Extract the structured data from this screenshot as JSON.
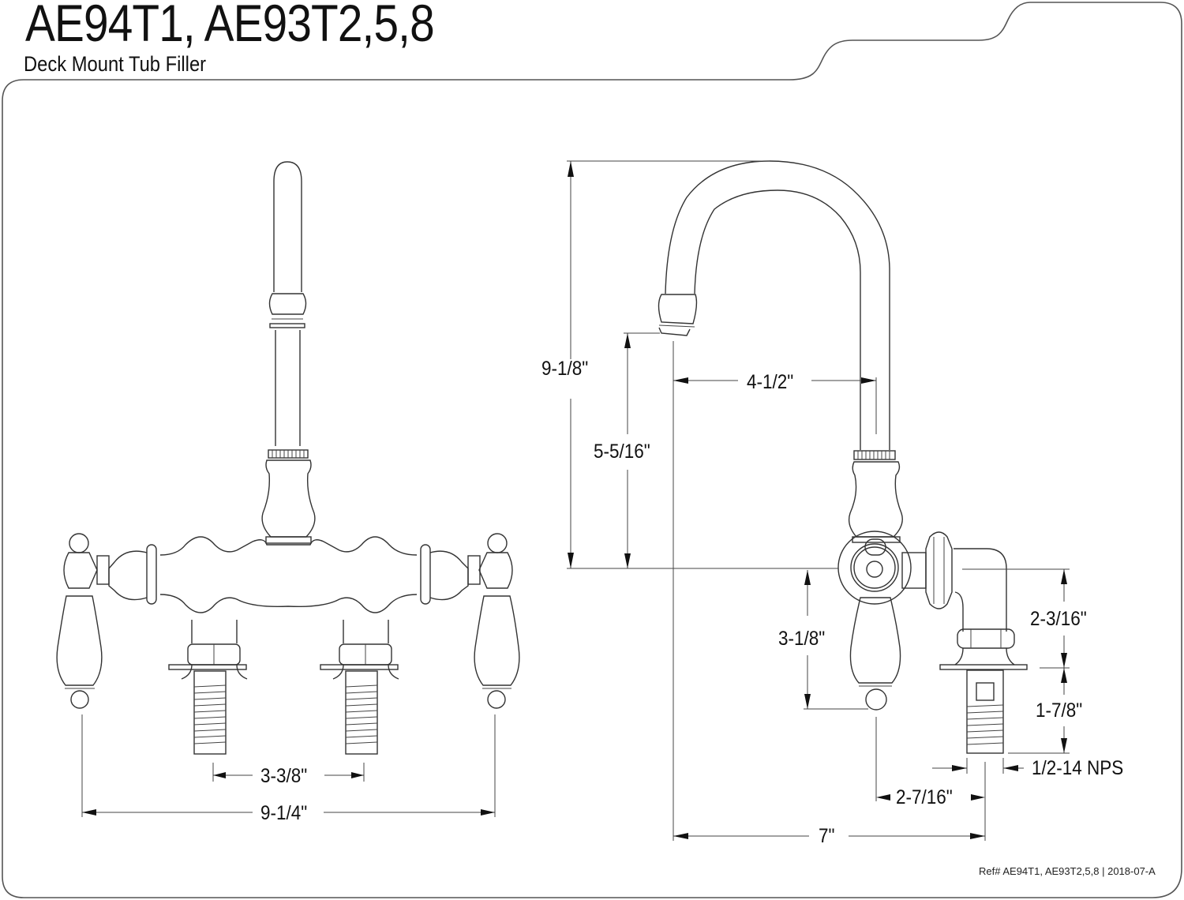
{
  "header": {
    "title": "AE94T1, AE93T2,5,8",
    "subtitle": "Deck Mount Tub Filler"
  },
  "footer": {
    "reference": "Ref# AE94T1, AE93T2,5,8 | 2018-07-A"
  },
  "front_view": {
    "dimensions": {
      "spread_center": "3-3/8\"",
      "overall_width": "9-1/4\""
    }
  },
  "side_view": {
    "dimensions": {
      "overall_height": "9-1/8\"",
      "spout_clearance": "5-5/16\"",
      "spout_reach": "4-1/2\"",
      "handle_drop": "3-1/8\"",
      "elbow_height": "2-3/16\"",
      "shank_length": "1-7/8\"",
      "thread_size": "1/2-14 NPS",
      "handle_to_shank": "2-7/16\"",
      "spout_to_shank": "7\""
    }
  }
}
